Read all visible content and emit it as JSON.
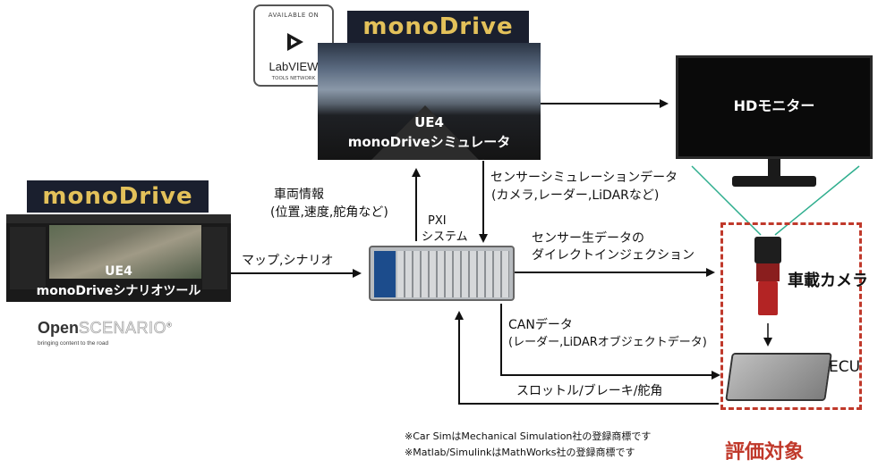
{
  "logos": {
    "monodrive_top": "monoDrive",
    "monodrive_left": "monoDrive",
    "labview_badge": {
      "top": "AVAILABLE ON",
      "name": "LabVIEW",
      "sub": "TOOLS NETWORK"
    },
    "openscenario": {
      "open": "Open",
      "scenario": "SCENARIO",
      "reg": "®",
      "tagline": "bringing content to the road"
    }
  },
  "simulator": {
    "line1": "UE4",
    "line2": "monoDriveシミュレータ"
  },
  "scenario_tool": {
    "line1": "UE4",
    "line2": "monoDriveシナリオツール"
  },
  "pxi": {
    "line1": "PXI",
    "line2": "システム"
  },
  "monitor": {
    "label": "HDモニター"
  },
  "camera": {
    "label": "車載カメラ"
  },
  "ecu": {
    "label": "ECU"
  },
  "evaluation": {
    "label": "評価対象"
  },
  "arrows": {
    "vehicle_info": {
      "line1": "車両情報",
      "line2": "(位置,速度,舵角など)"
    },
    "sensor_sim": {
      "line1": "センサーシミュレーションデータ",
      "line2": "(カメラ,レーダー,LiDARなど)"
    },
    "map_scenario": "マップ,シナリオ",
    "raw_data": {
      "line1": "センサー生データの",
      "line2": "ダイレクトインジェクション"
    },
    "can_data": {
      "line1": "CANデータ",
      "line2": "(レーダー,LiDARオブジェクトデータ)"
    },
    "control": "スロットル/ブレーキ/舵角"
  },
  "notes": {
    "line1": "※Car SimはMechanical Simulation社の登録商標です",
    "line2": "※Matlab/SimulinkはMathWorks社の登録商標です"
  }
}
